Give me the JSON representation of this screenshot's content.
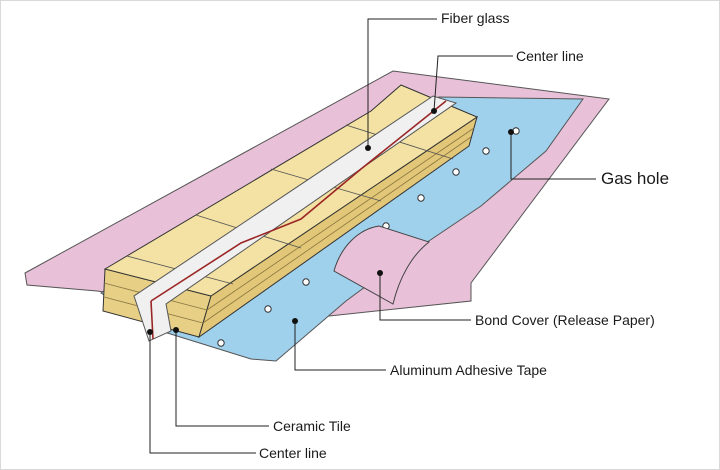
{
  "labels": {
    "fiber_glass": "Fiber glass",
    "center_line_top": "Center line",
    "gas_hole": "Gas hole",
    "bond_cover": "Bond Cover (Release Paper)",
    "aluminum_tape": "Aluminum Adhesive Tape",
    "ceramic_tile": "Ceramic Tile",
    "center_line_bottom": "Center line"
  },
  "colors": {
    "release_paper": "#e8c1d8",
    "aluminum_tape": "#9fd0ec",
    "ceramic_tile": "#f3e2a3",
    "fiber_glass": "#f0f0f0",
    "center_line": "#9b2626",
    "outline": "#333333"
  }
}
